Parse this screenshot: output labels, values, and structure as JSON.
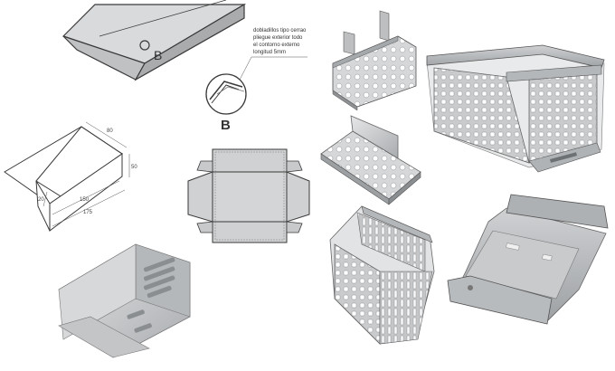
{
  "labels": {
    "detail_letter_top": "B",
    "detail_letter_zoom": "B"
  },
  "note_lines": [
    "dobladillos tipo cerrao",
    "pliegue exterior todo",
    "el contorno externo",
    "longitud 5mm"
  ],
  "dimensions": {
    "d80": "80",
    "d50": "50",
    "d150": "150",
    "d175": "175",
    "d20": "20"
  },
  "colors": {
    "steel_light": "#d4d6d8",
    "steel_mid": "#b0b3b6",
    "steel_dark": "#8c9094",
    "line": "#3a3a3a"
  }
}
